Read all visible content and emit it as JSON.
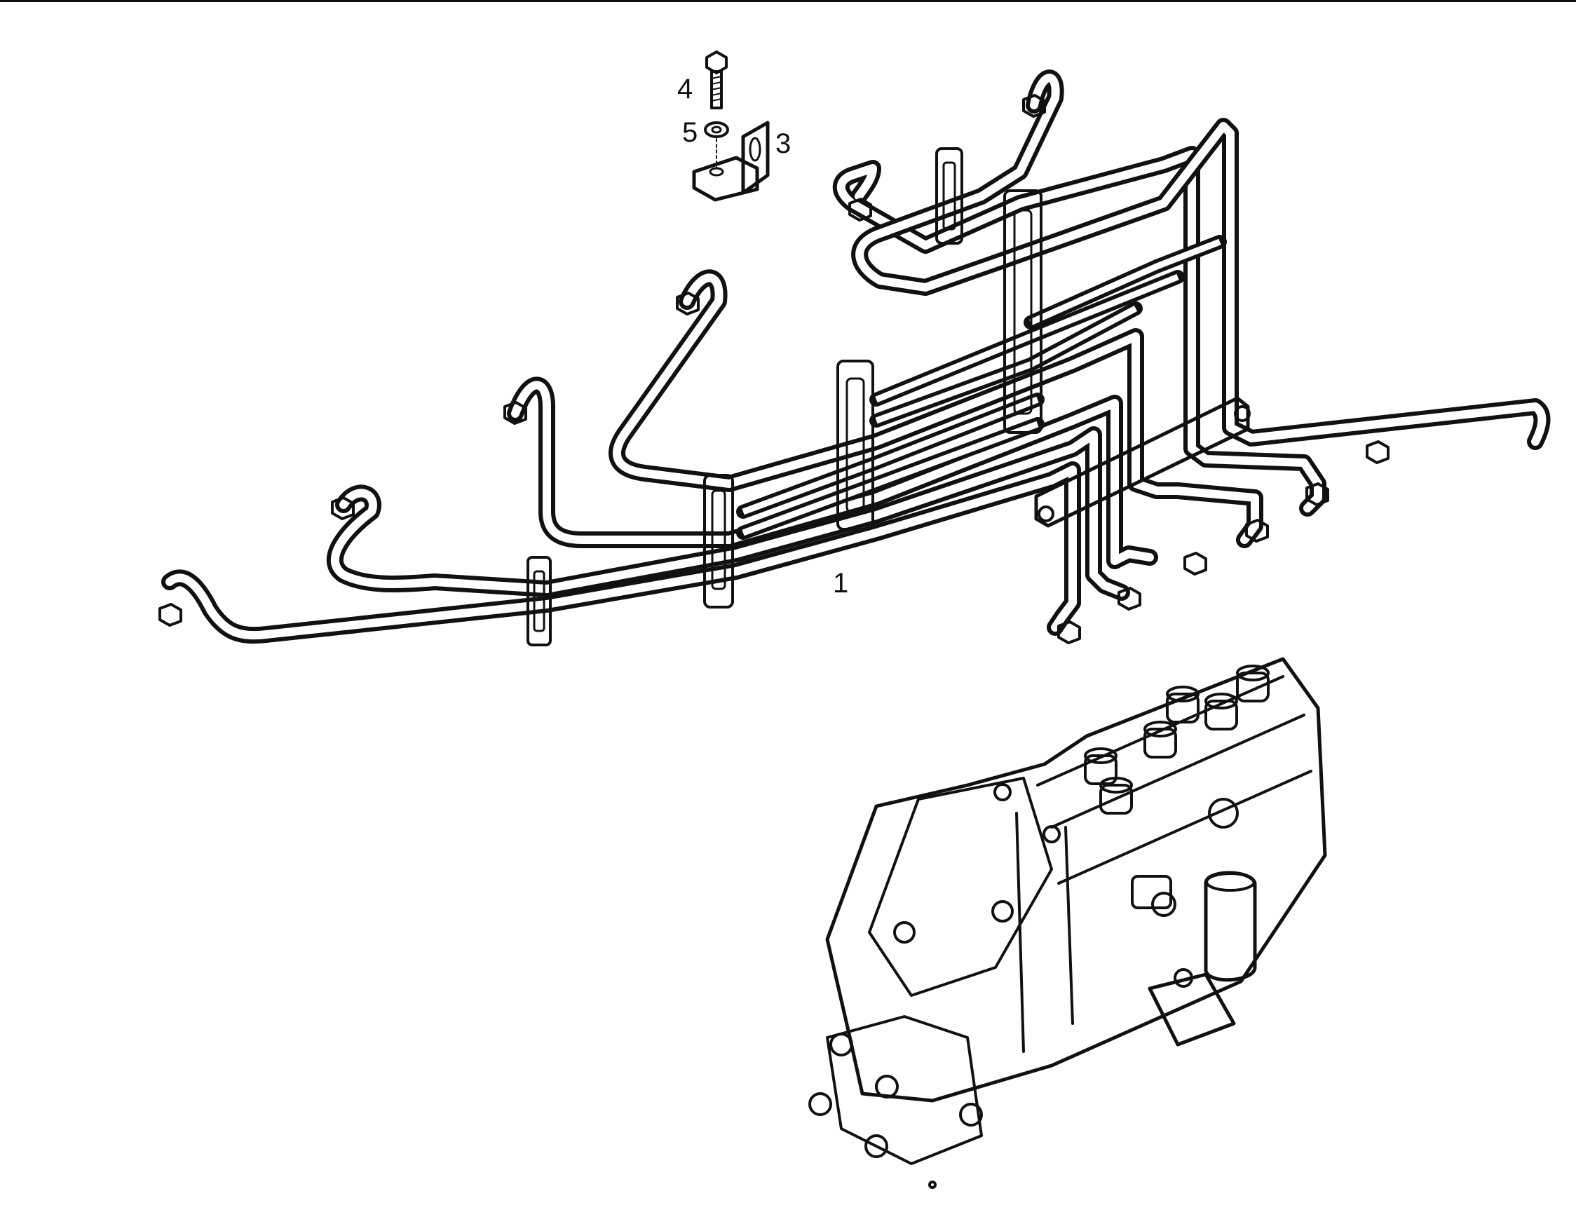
{
  "callouts": {
    "pipe_set": "1",
    "bracket": "3",
    "bolt": "4",
    "washer": "5"
  },
  "colors": {
    "ink": "#111111",
    "paper": "#ffffff"
  }
}
